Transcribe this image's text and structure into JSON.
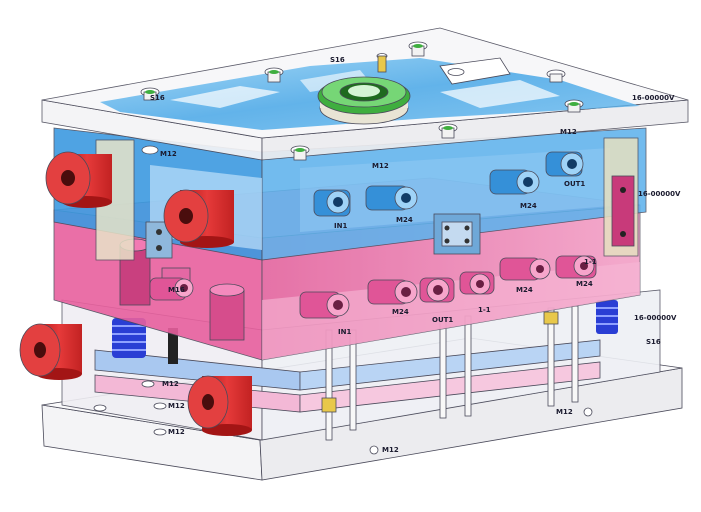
{
  "labels": {
    "top_m16": "S16",
    "top_left_m": "S16",
    "m12_top_left": "M12",
    "m12_top_center": "M12",
    "m12_top_right": "M12",
    "sn_top_right": "16-00000V",
    "in1_upper": "IN1",
    "m24_upper_left": "M24",
    "m24_upper_right": "M24",
    "out1_upper": "OUT1",
    "m16_left_mid": "M16",
    "sn_right_mid": "16-00000V",
    "m24_lower_a": "M24",
    "m24_lower_b": "M24",
    "m24_lower_c": "M24",
    "in1_lower": "IN1",
    "out1_lower": "OUT1",
    "one_one_a": "1-1",
    "one_one_b": "1-1",
    "sn_right_low": "16-00000V",
    "s16_right_low": "S16",
    "m12_left_a": "M12",
    "m12_left_b": "M12",
    "m12_left_c": "M12",
    "m12_bottom_center": "M12",
    "m12_bottom_right": "M12"
  },
  "colors": {
    "plate_clear": "#f2f2f4",
    "plate_blue": "#4aa8e8",
    "plate_pink": "#e8609e",
    "plate_pink_light": "#f2a8cc",
    "cylinder_red": "#d42a2a",
    "ring_green": "#3fae3f",
    "spring_blue": "#2a3ed4",
    "pin_yellow": "#e8c84a"
  }
}
